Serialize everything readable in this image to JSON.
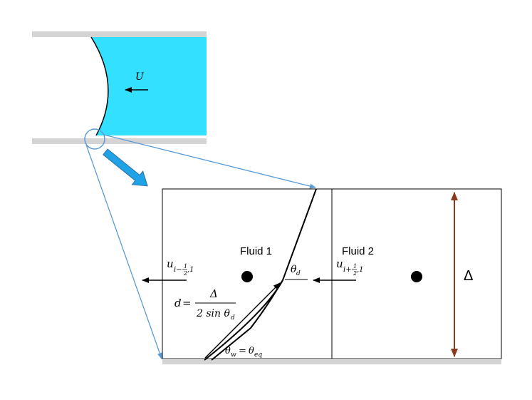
{
  "symbols": {
    "velocity": "U",
    "grid_spacing": "Δ"
  },
  "labels": {
    "fluid_1": "Fluid 1",
    "fluid_2": "Fluid 2"
  },
  "velocity_left": {
    "base": "u",
    "sub_prefix": "i−",
    "frac_num": "1",
    "frac_den": "2",
    "sub_suffix": ",1"
  },
  "velocity_right": {
    "base": "u",
    "sub_prefix": "i+",
    "frac_num": "1",
    "frac_den": "2",
    "sub_suffix": ",1"
  },
  "dynamic_angle": {
    "base": "θ",
    "sub": "d"
  },
  "wall_angle": {
    "theta": "θ",
    "sub_w": "w",
    "equals": "=",
    "sub_eq": "eq"
  },
  "distance_formula": {
    "lhs": "d",
    "equals": "=",
    "numerator": "Δ",
    "denominator": "2 sin θ",
    "denominator_sub": "d"
  },
  "colors": {
    "fluid": "#33e0ff",
    "wall": "#d4d4d4",
    "zoom_lines": "#5b9bd5",
    "big_arrow": "#1fa3e6",
    "delta_arrow": "#8b3a1e"
  }
}
